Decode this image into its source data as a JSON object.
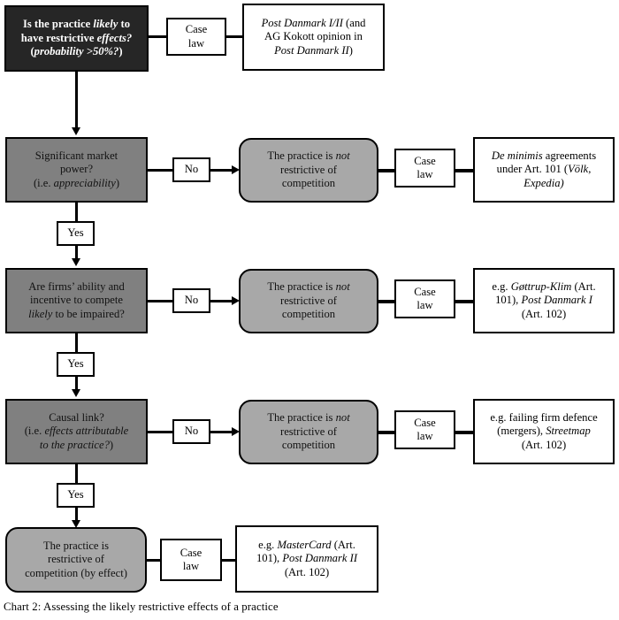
{
  "caption": "Chart 2: Assessing the likely restrictive effects of a practice",
  "colors": {
    "black_box": "#262626",
    "question_grey": "#808080",
    "outcome_grey": "#a8a8a8",
    "box_white": "#ffffff",
    "stroke": "#000000",
    "black_box_text": "#ffffff"
  },
  "labels": {
    "yes": "Yes",
    "no": "No",
    "case_law": "Case\nlaw"
  },
  "rows": [
    {
      "id": "row-1",
      "question": "Is the practice likely to\nhave restrictive effects?\n(probability >50%?)",
      "question_style": "black",
      "case_law": "Case\nlaw",
      "citation": "Post Danmark I/II (and\nAG Kokott opinion in\nPost Danmark II)"
    },
    {
      "id": "row-2",
      "question": "Significant market\npower?\n(i.e. appreciability)",
      "question_style": "grey-dark",
      "branch_label": "No",
      "outcome": "The practice is not\nrestrictive of\ncompetition",
      "case_law": "Case\nlaw",
      "citation": "De minimis agreements\nunder Art. 101 (Völk,\nExpedia)",
      "down_label": "Yes"
    },
    {
      "id": "row-3",
      "question": "Are firms’ ability and\nincentive to compete\nlikely to be impaired?",
      "question_style": "grey-dark",
      "branch_label": "No",
      "outcome": "The practice is not\nrestrictive of\ncompetition",
      "case_law": "Case\nlaw",
      "citation": "e.g. Gøttrup-Klim (Art.\n101), Post Danmark I\n(Art. 102)",
      "down_label": "Yes"
    },
    {
      "id": "row-4",
      "question": "Causal link?\n(i.e. effects attributable\nto the practice?)",
      "question_style": "grey-dark",
      "branch_label": "No",
      "outcome": "The practice is not\nrestrictive of\ncompetition",
      "case_law": "Case\nlaw",
      "citation": "e.g. failing firm defence\n(mergers), Streetmap\n(Art. 102)",
      "down_label": "Yes"
    },
    {
      "id": "row-5",
      "conclusion": "The practice is\nrestrictive of\ncompetition (by effect)",
      "conclusion_style": "grey-round",
      "case_law": "Case\nlaw",
      "citation": "e.g. MasterCard (Art.\n101), Post Danmark II\n(Art. 102)"
    }
  ]
}
